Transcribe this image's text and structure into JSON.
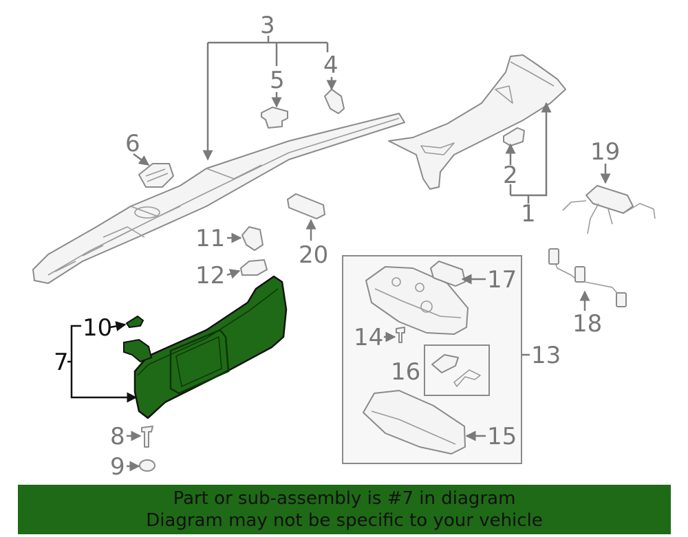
{
  "callouts": [
    "1",
    "2",
    "3",
    "4",
    "5",
    "6",
    "7",
    "8",
    "9",
    "10",
    "11",
    "12",
    "13",
    "14",
    "15",
    "16",
    "17",
    "18",
    "19",
    "20"
  ],
  "highlighted_part": "7",
  "colors": {
    "highlight": "#1f6a16",
    "line": "#8a8a8a",
    "label": "#777777",
    "banner_bg": "#1f6a16"
  },
  "banner": {
    "line1": "Part or sub-assembly is #7 in diagram",
    "line2": "Diagram may not be specific to your vehicle"
  }
}
